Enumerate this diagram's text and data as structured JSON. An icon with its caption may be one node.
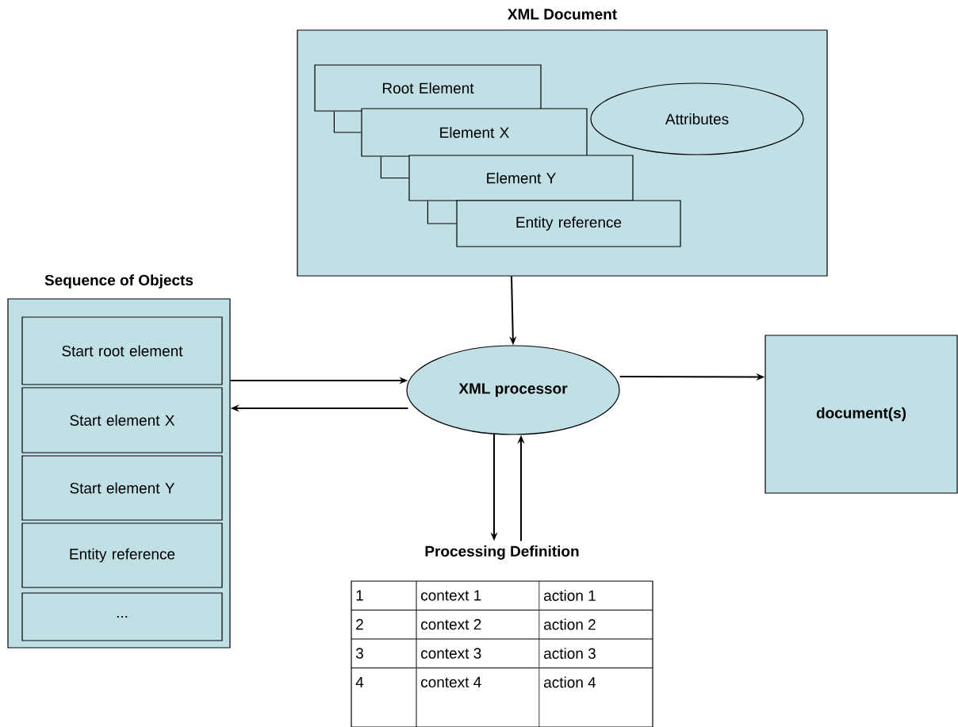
{
  "diagram": {
    "nodes": [
      {
        "text": [
          "XML Document"
        ]
      },
      {
        "text": [
          "Root Element"
        ],
        "in": 0
      },
      {
        "text": [
          "Element X"
        ],
        "in": 0
      },
      {
        "text": [
          "Element Y"
        ],
        "in": 0
      },
      {
        "text": [
          "Entity reference"
        ],
        "in": 0
      },
      {
        "text": [
          "Attributes"
        ],
        "in": 0
      },
      {
        "text": [
          "Sequence of Objects"
        ]
      },
      {
        "text": [
          "Start root element"
        ],
        "in": 6
      },
      {
        "text": [
          "Start element X"
        ],
        "in": 6
      },
      {
        "text": [
          "Start element Y"
        ],
        "in": 6
      },
      {
        "text": [
          "Entity reference"
        ],
        "in": 6
      },
      {
        "text": [
          "..."
        ],
        "in": 6
      },
      {
        "text": [
          "XML processor"
        ]
      },
      {
        "text": [
          "document(s)"
        ]
      },
      {
        "text": [
          "Processing Definition"
        ]
      }
    ],
    "edges": [
      {
        "from": 1,
        "to": 2,
        "arrow": "none"
      },
      {
        "from": 2,
        "to": 3,
        "arrow": "none"
      },
      {
        "from": 3,
        "to": 4,
        "arrow": "none"
      },
      {
        "from": 0,
        "to": 12,
        "arrow": "to"
      },
      {
        "from": 6,
        "to": 12,
        "arrow": "to"
      },
      {
        "from": 12,
        "to": 6,
        "arrow": "to"
      },
      {
        "from": 12,
        "to": 13,
        "arrow": "to"
      },
      {
        "from": 12,
        "to": 14,
        "arrow": "to"
      },
      {
        "from": 14,
        "to": 12,
        "arrow": "to"
      }
    ],
    "labels": [
      "1",
      "context 1",
      "action 1",
      "2",
      "context 2",
      "action 2",
      "3",
      "context 3",
      "action 3",
      "4",
      "context 4",
      "action 4"
    ]
  }
}
